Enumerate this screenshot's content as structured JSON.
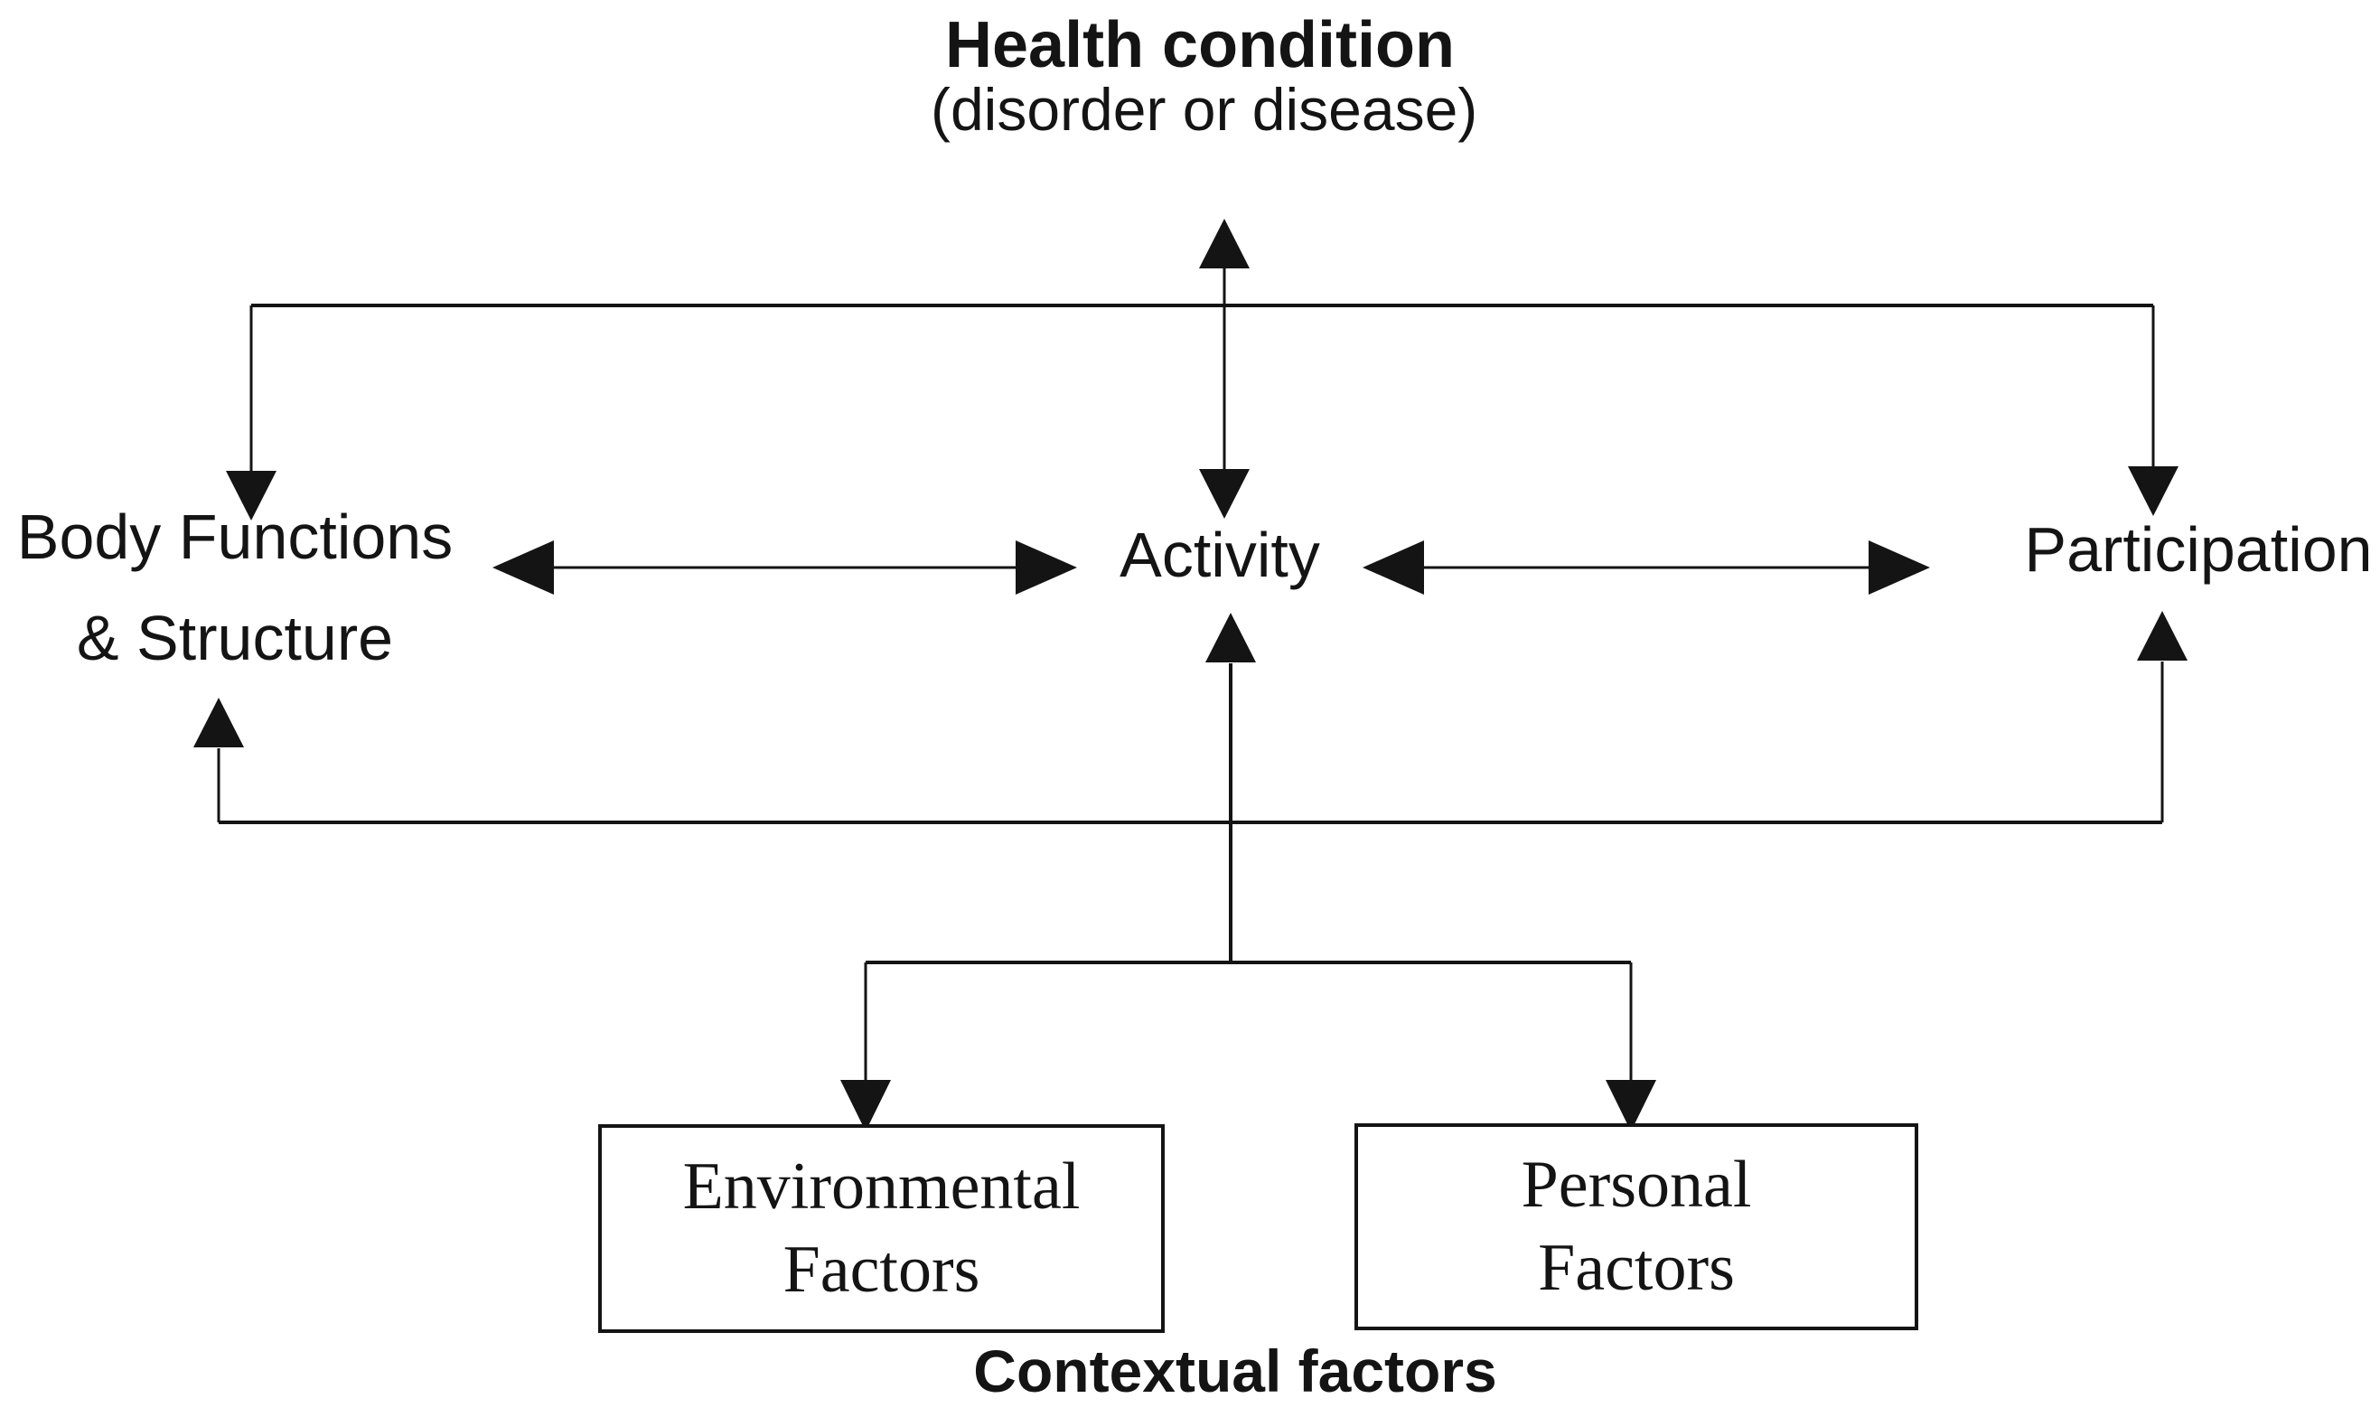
{
  "diagram": {
    "name": "ICF model of functioning and disability",
    "background": "#ffffff",
    "line_color": "#141414",
    "text_color": "#141414",
    "nodes": {
      "health": {
        "title": "Health condition",
        "subtitle": "(disorder or disease)"
      },
      "body_functions": {
        "line1": "Body Functions",
        "line2": "& Structure"
      },
      "activity": {
        "label": "Activity"
      },
      "participation": {
        "label": "Participation"
      },
      "environmental_box": {
        "line1": "Environmental",
        "line2": "Factors"
      },
      "personal_box": {
        "line1": "Personal",
        "line2": "Factors"
      },
      "contextual": {
        "label": "Contextual factors"
      }
    },
    "edges": [
      {
        "from": "health-condition",
        "to": "activity",
        "style": "double-headed-vertical-arrow"
      },
      {
        "from": "health-condition",
        "to": "body-functions-structure",
        "style": "elbow-down-arrow"
      },
      {
        "from": "health-condition",
        "to": "participation",
        "style": "elbow-down-arrow"
      },
      {
        "from": "body-functions-structure",
        "to": "activity",
        "style": "double-headed-horizontal-arrow"
      },
      {
        "from": "activity",
        "to": "participation",
        "style": "double-headed-horizontal-arrow"
      },
      {
        "from": "feedback-line",
        "to": "body-functions-structure",
        "style": "up-arrow"
      },
      {
        "from": "feedback-line",
        "to": "participation",
        "style": "up-arrow"
      },
      {
        "from": "contextual-line",
        "to": "activity",
        "style": "up-arrow"
      },
      {
        "from": "contextual-line",
        "to": "environmental-factors",
        "style": "down-arrow"
      },
      {
        "from": "contextual-line",
        "to": "personal-factors",
        "style": "down-arrow"
      }
    ]
  }
}
